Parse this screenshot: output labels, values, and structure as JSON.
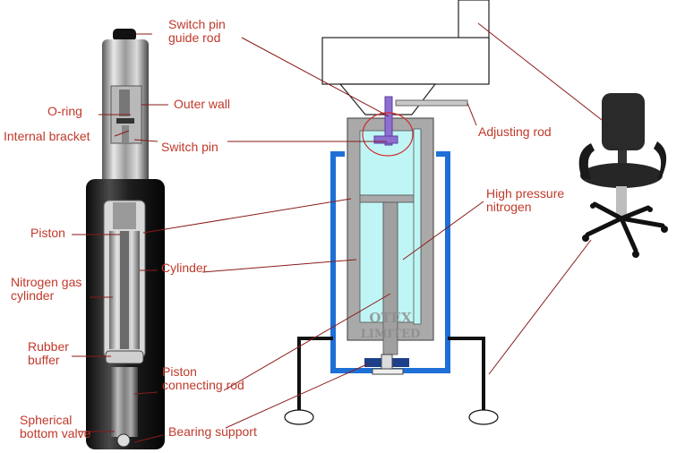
{
  "colors": {
    "label": "#c0392b",
    "leader": "#8b1a1a",
    "blue_frame": "#1e6fd6",
    "gray_body": "#a9a9a9",
    "nitrogen": "#bff5f5",
    "purple_pin": "#8e6fd0",
    "dark_base": "#1a1a1a",
    "watermark": "#8a8a8a"
  },
  "labels": {
    "switch_pin_guide_rod": "Switch pin guide rod",
    "o_ring": "O-ring",
    "outer_wall": "Outer wall",
    "internal_bracket": "Internal bracket",
    "switch_pin": "Switch pin",
    "adjusting_rod": "Adjusting rod",
    "high_pressure_nitrogen": "High pressure nitrogen",
    "piston": "Piston",
    "nitrogen_gas_cylinder": "Nitrogen gas cylinder",
    "cylinder": "Cylinder",
    "rubber_buffer": "Rubber buffer",
    "piston_connecting_rod": "Piston connecting rod",
    "spherical_bottom_valve": "Spherical bottom valve",
    "bearing_support": "Bearing support"
  },
  "watermark": {
    "line1": "OTEX",
    "line2": "LIMITED"
  },
  "icons": {
    "photo": "gas-spring-photo-icon",
    "chair": "office-chair-icon"
  }
}
